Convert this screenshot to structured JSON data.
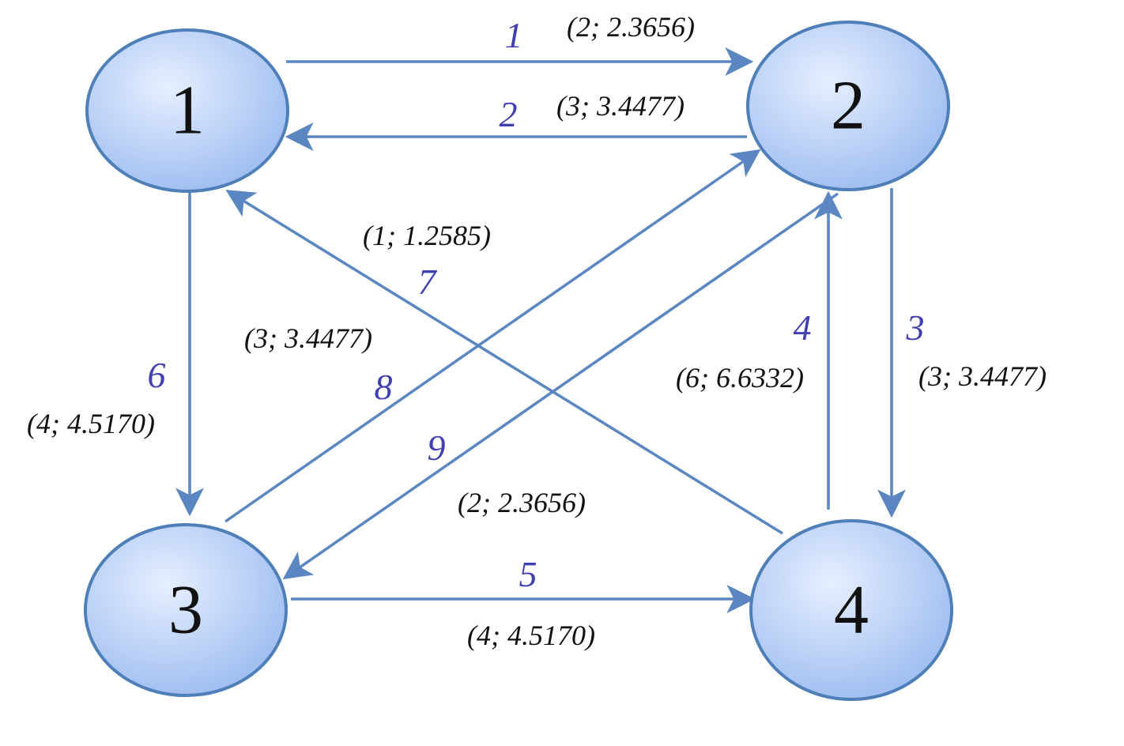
{
  "colors": {
    "node_fill_center": "#e6efff",
    "node_fill_edge": "#9dbcf0",
    "node_stroke": "#4f7fb8",
    "edge": "#5a86c2",
    "edge_number": "#4040b0",
    "text": "#111111"
  },
  "nodes": [
    {
      "id": "1",
      "label": "1"
    },
    {
      "id": "2",
      "label": "2"
    },
    {
      "id": "3",
      "label": "3"
    },
    {
      "id": "4",
      "label": "4"
    }
  ],
  "edges": [
    {
      "number": "1",
      "from": "1",
      "to": "2",
      "value": "(2; 2.3656)"
    },
    {
      "number": "2",
      "from": "2",
      "to": "1",
      "value": "(3; 3.4477)"
    },
    {
      "number": "3",
      "from": "2",
      "to": "4",
      "value": "(3; 3.4477)"
    },
    {
      "number": "4",
      "from": "4",
      "to": "2",
      "value": "(6; 6.6332)"
    },
    {
      "number": "5",
      "from": "3",
      "to": "4",
      "value": "(4; 4.5170)"
    },
    {
      "number": "6",
      "from": "1",
      "to": "3",
      "value": "(4; 4.5170)"
    },
    {
      "number": "7",
      "from": "4",
      "to": "1",
      "value": "(1; 1.2585)"
    },
    {
      "number": "8",
      "from": "3",
      "to": "2",
      "value": "(3; 3.4477)"
    },
    {
      "number": "9",
      "from": "2",
      "to": "3",
      "value": "(2; 2.3656)"
    }
  ]
}
